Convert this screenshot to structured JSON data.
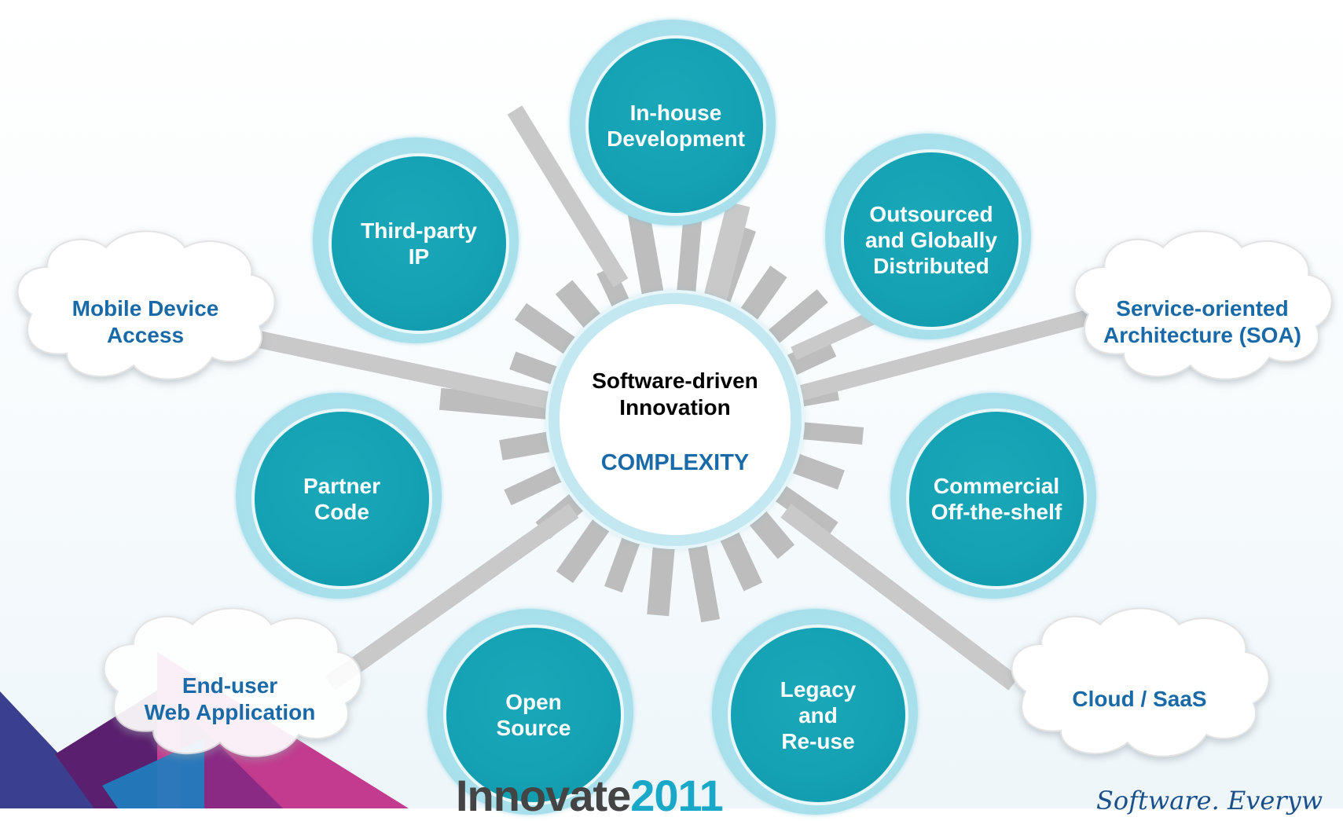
{
  "center": {
    "title": "Software-driven\nInnovation",
    "subtitle": "COMPLEXITY"
  },
  "circles": [
    {
      "name": "in-house-development",
      "label": "In-house\nDevelopment"
    },
    {
      "name": "third-party-ip",
      "label": "Third-party\nIP"
    },
    {
      "name": "outsourced-globally-distributed",
      "label": "Outsourced\nand Globally\nDistributed"
    },
    {
      "name": "partner-code",
      "label": "Partner\nCode"
    },
    {
      "name": "commercial-off-the-shelf",
      "label": "Commercial\nOff-the-shelf"
    },
    {
      "name": "open-source",
      "label": "Open\nSource"
    },
    {
      "name": "legacy-and-reuse",
      "label": "Legacy\nand\nRe-use"
    }
  ],
  "clouds": [
    {
      "name": "mobile-device-access",
      "label": "Mobile Device\nAccess"
    },
    {
      "name": "service-oriented-architecture",
      "label": "Service-oriented\nArchitecture (SOA)"
    },
    {
      "name": "end-user-web-application",
      "label": "End-user\nWeb Application"
    },
    {
      "name": "cloud-saas",
      "label": "Cloud / SaaS"
    }
  ],
  "footer": {
    "event_prefix": "Innovate",
    "event_year": "2011",
    "brand": "Software. Everyw"
  },
  "colors": {
    "circle_fill": "#14a1b3",
    "circle_ring": "#a7dfeb",
    "cloud_text": "#1a6aa8",
    "spoke": "#c8c8c8"
  }
}
